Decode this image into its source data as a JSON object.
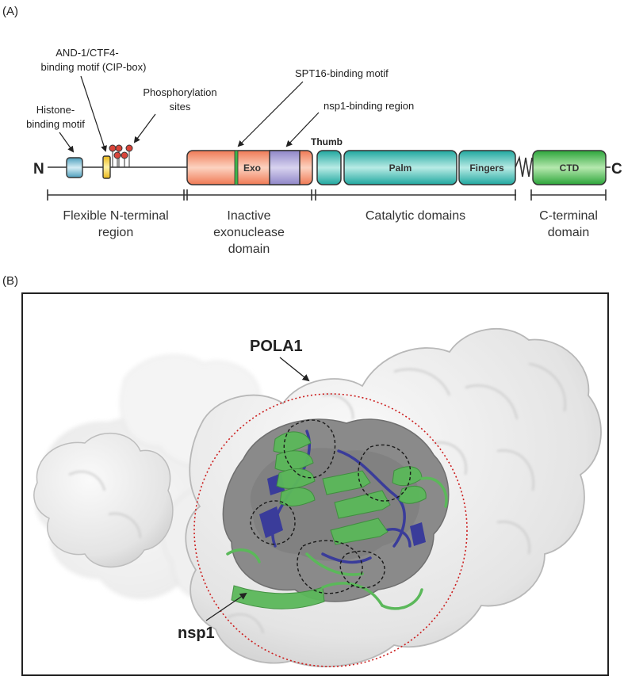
{
  "panel_a": {
    "label": "(A)",
    "n_term": "N",
    "c_term": "C",
    "annotations": {
      "histone": [
        "Histone-",
        "binding motif"
      ],
      "and1": [
        "AND-1/CTF4-",
        "binding motif (CIP-box)"
      ],
      "phospho": [
        "Phosphorylation",
        "sites"
      ],
      "spt16": "SPT16-binding motif",
      "nsp1_region": "nsp1-binding region",
      "thumb": "Thumb"
    },
    "domains": {
      "exo": "Exo",
      "palm": "Palm",
      "fingers": "Fingers",
      "ctd": "CTD"
    },
    "regions": {
      "flexible": [
        "Flexible N-terminal",
        "region"
      ],
      "exonuclease": [
        "Inactive",
        "exonuclease",
        "domain"
      ],
      "catalytic": [
        "Catalytic domains"
      ],
      "cterminal": [
        "C-terminal",
        "domain"
      ]
    },
    "colors": {
      "exo": "#f48f6c",
      "nsp1_region": "#a79fd4",
      "catalytic": "#2fb3ac",
      "ctd": "#3fb54a",
      "histone_box": "#6fb3c9",
      "cipbox": "#f3d23a",
      "phospho": "#d9453a"
    }
  },
  "panel_b": {
    "label": "(B)",
    "pola1": "POLA1",
    "nsp1": "nsp1"
  }
}
